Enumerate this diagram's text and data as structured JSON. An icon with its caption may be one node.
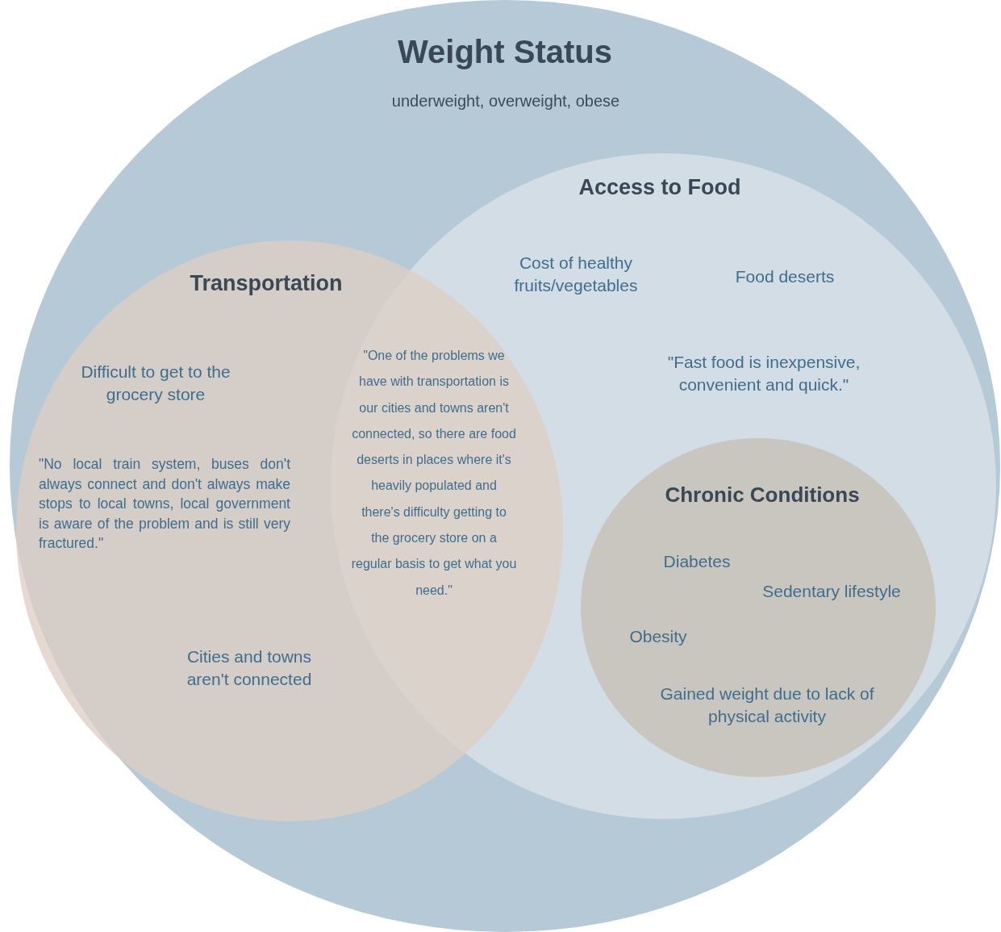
{
  "diagram": {
    "nodes": [
      {
        "text": [
          "Weight Status",
          "underweight, overweight, obese"
        ]
      },
      {
        "text": [
          "Access to Food"
        ],
        "in": 0
      },
      {
        "text": [
          "Transportation"
        ],
        "in": 0
      },
      {
        "text": [
          "Chronic Conditions"
        ],
        "in": 1
      }
    ],
    "labels": [
      "Cost of healthy fruits/vegetables",
      "Food deserts",
      "Difficult to get to the grocery store",
      "\"One of the problems we have with transportation is our cities and towns aren't connected, so there are food deserts in places where it's heavily populated and there's difficulty getting to the grocery store on a regular basis to get what you need.\"",
      "\"Fast food is inexpensive, convenient and quick.\"",
      "\"No local train system, buses don't always connect and don't always make stops to local towns, local government is aware of the problem and is still very fractured.\"",
      "Diabetes",
      "Sedentary lifestyle",
      "Obesity",
      "Cities and towns aren't connected",
      "Gained weight due to lack of physical activity"
    ]
  }
}
